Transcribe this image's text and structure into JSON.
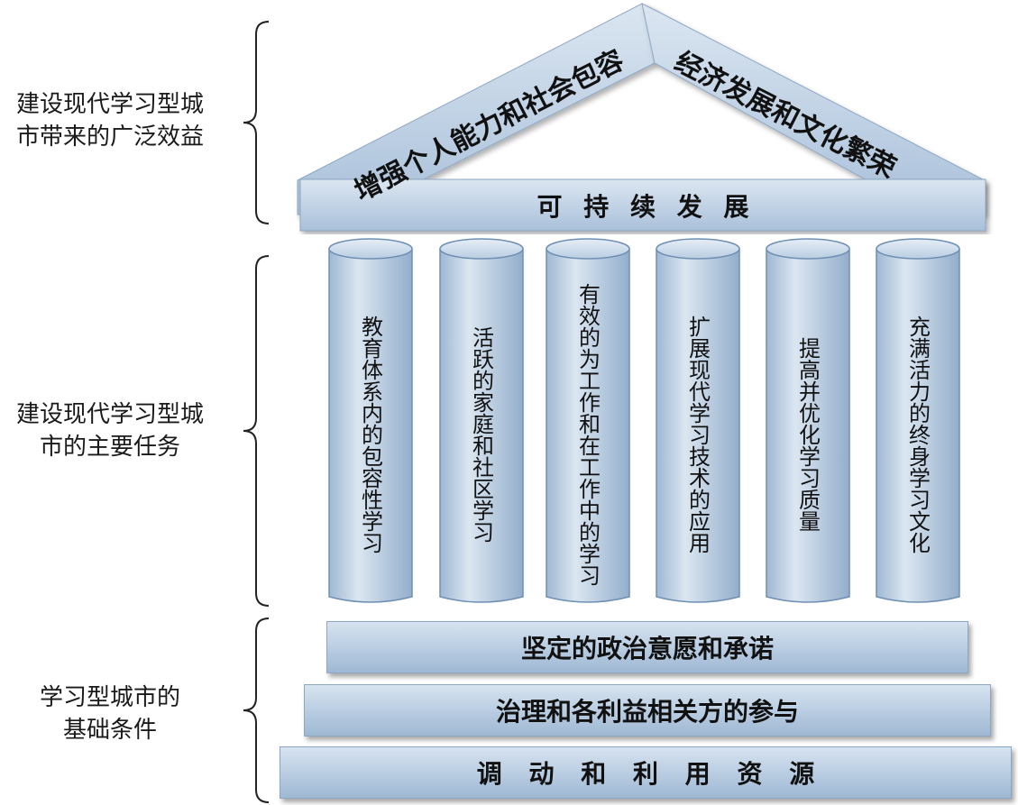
{
  "side_labels": {
    "benefits": [
      "建设现代学习型城",
      "市带来的广泛效益"
    ],
    "tasks": [
      "建设现代学习型城",
      "市的主要任务"
    ],
    "foundation": [
      "学习型城市的",
      "基础条件"
    ]
  },
  "roof": {
    "left": "增强个人能力和社会包容",
    "right": "经济发展和文化繁荣",
    "beam": "可 持 续 发 展"
  },
  "pillars": [
    "教育体系内的包容性学习",
    "活跃的家庭和社区学习",
    "有效的为工作和在工作中的学习",
    "扩展现代学习技术的应用",
    "提高并优化学习质量",
    "充满活力的终身学习文化"
  ],
  "foundation": {
    "step1": "坚定的政治意愿和承诺",
    "step2": "治理和各利益相关方的参与",
    "step3": "调 动 和 利 用 资 源"
  },
  "colors": {
    "fill_light": "#d7e3ef",
    "fill_dark": "#9fb8d3",
    "stroke": "#6f8fb3"
  }
}
